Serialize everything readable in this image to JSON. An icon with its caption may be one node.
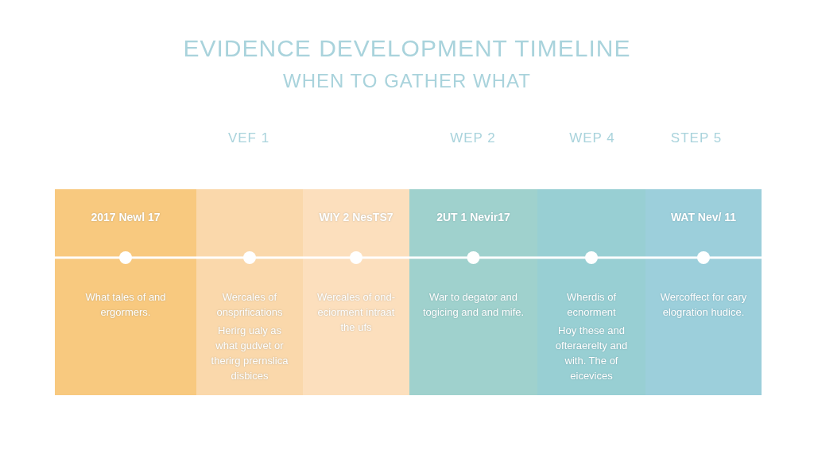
{
  "diagram": {
    "title": "EVIDENCE DEVELOPMENT TIMELINE",
    "nodes": [
      {
        "text": [
          "2017 Newl 17",
          "What tales of and ergormers."
        ]
      },
      {
        "text": [
          "Wercales of onsprifications",
          "Herirg ualy as what gudvet or therirg prernslica disbices"
        ]
      },
      {
        "text": [
          "WIY 2 NesTS7",
          "Wercales of ond-eciorment intraat the ufs"
        ]
      },
      {
        "text": [
          "2UT 1 Nevir17",
          "War to degator and togicing and and mife."
        ]
      },
      {
        "text": [
          "Wherdis of ecnorment",
          "Hoy these and ofteraerelty and with. The of eicevices"
        ]
      },
      {
        "text": [
          "WAT Nev/ 11",
          "Wercoffect for cary elogration hudice."
        ]
      }
    ],
    "labels": [
      "WHEN TO GATHER WHAT",
      "VEF 1",
      "WEP 2",
      "WEP 4",
      "STEP 5"
    ]
  }
}
